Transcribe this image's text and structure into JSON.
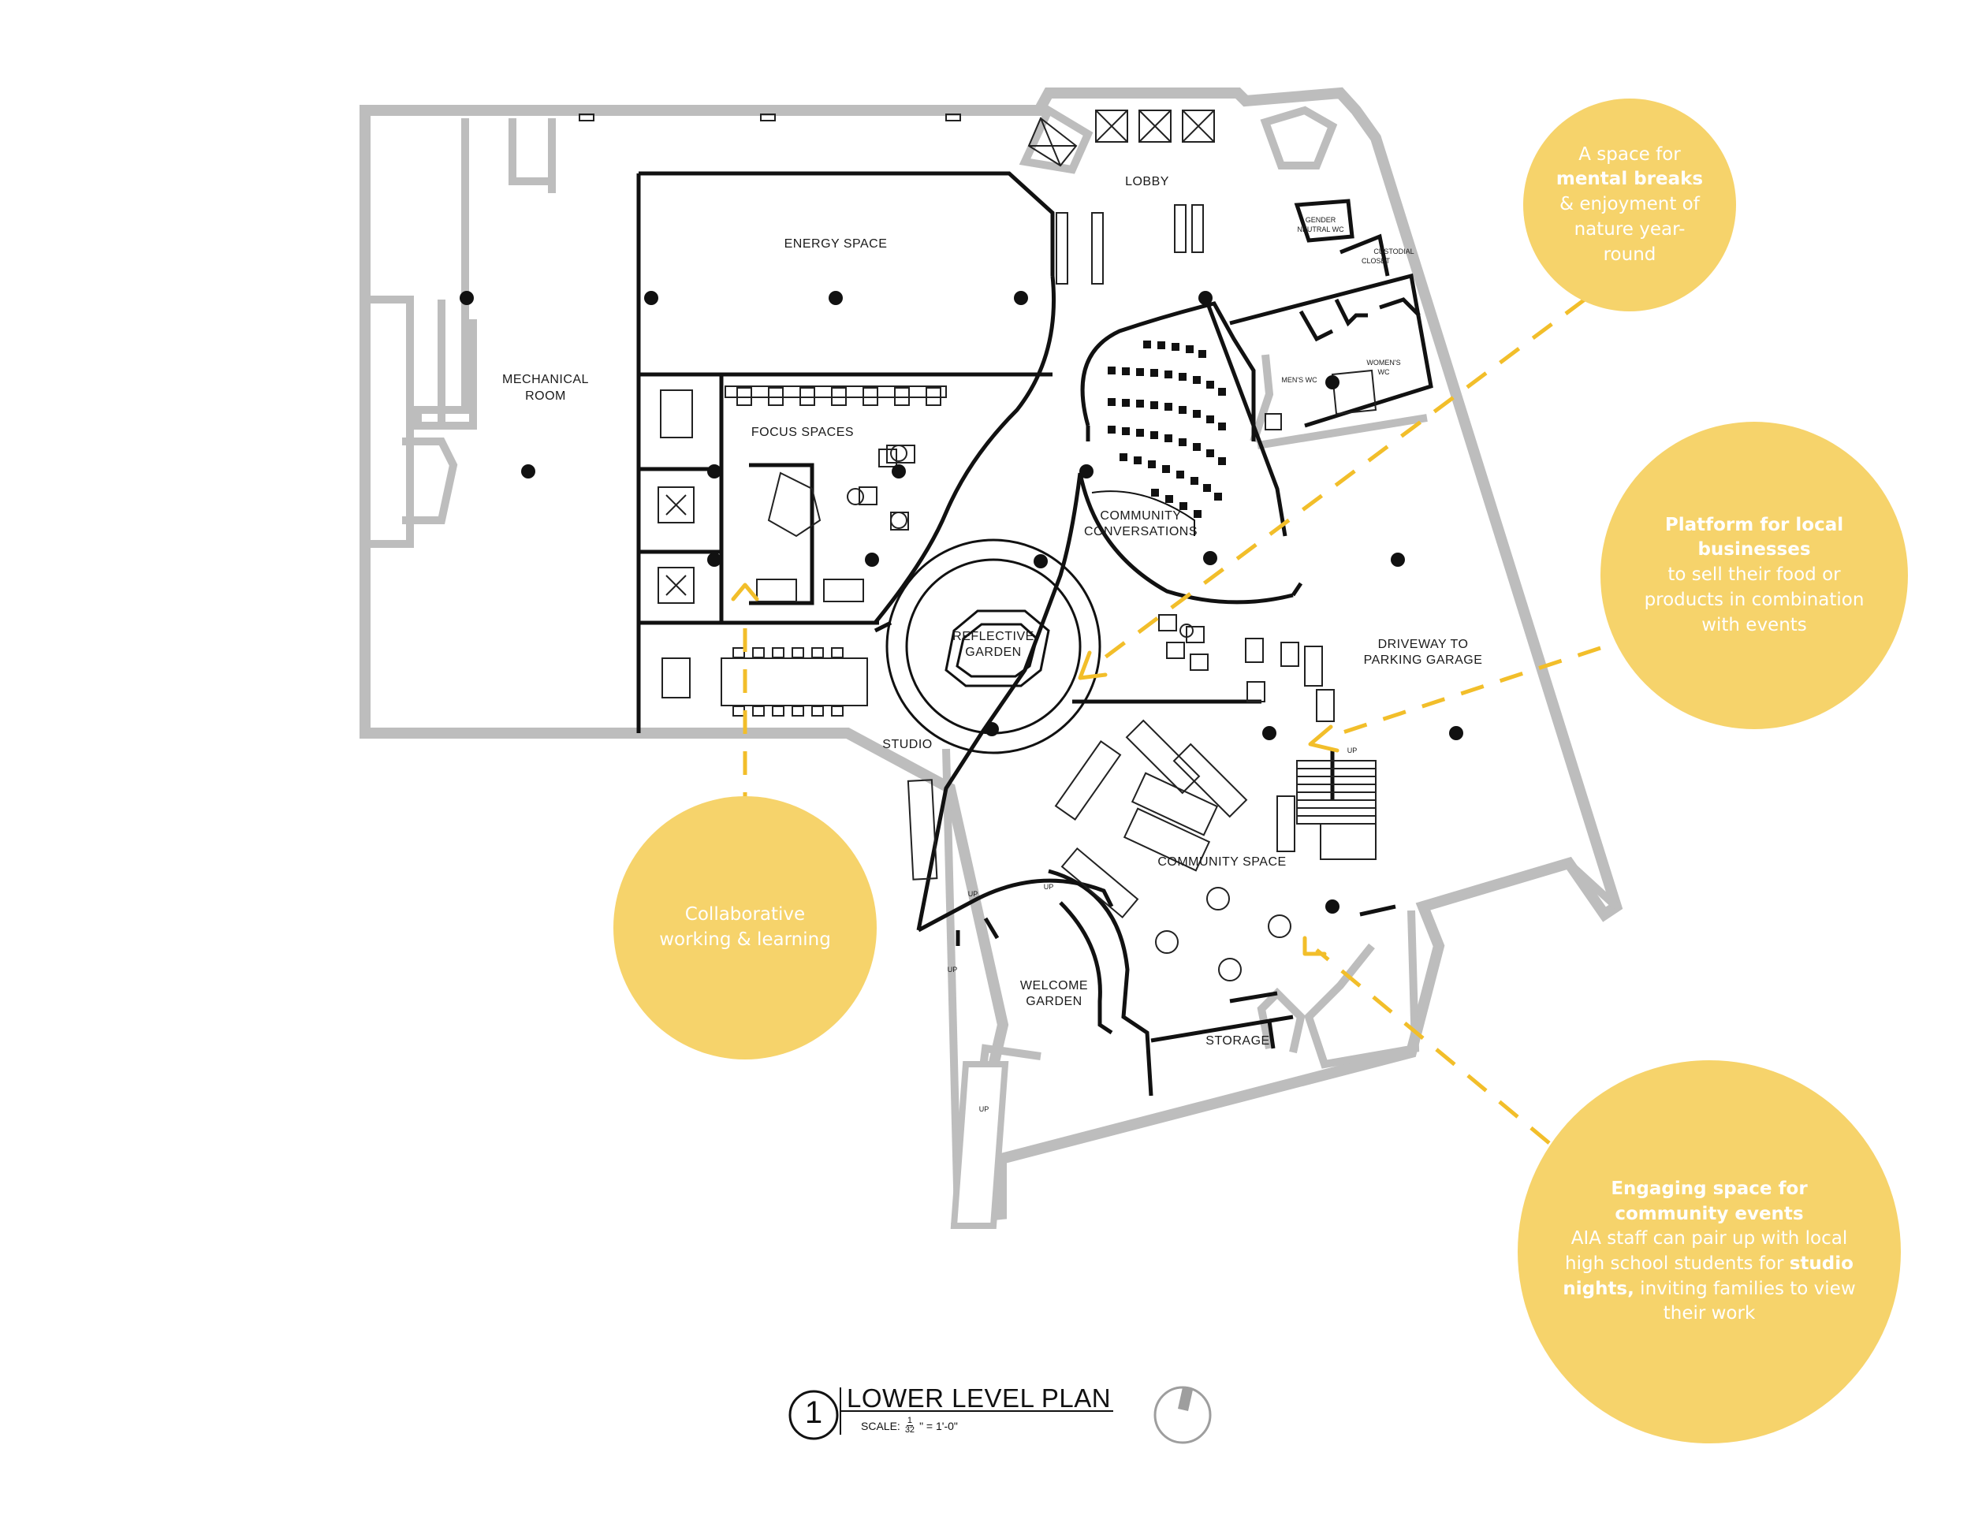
{
  "colors": {
    "accent": "#F6D36B",
    "arrow": "#F2BE2A",
    "wall": "#BDBDBD",
    "line": "#111111"
  },
  "rooms": {
    "mechanical_1": "MECHANICAL",
    "mechanical_2": "ROOM",
    "energy": "ENERGY SPACE",
    "lobby": "LOBBY",
    "focus": "FOCUS SPACES",
    "community_conv_1": "COMMUNITY",
    "community_conv_2": "CONVERSATIONS",
    "reflective_1": "REFLECTIVE",
    "reflective_2": "GARDEN",
    "studio": "STUDIO",
    "community_space": "COMMUNITY SPACE",
    "welcome_1": "WELCOME",
    "welcome_2": "GARDEN",
    "storage": "STORAGE",
    "driveway_1": "DRIVEWAY TO",
    "driveway_2": "PARKING GARAGE",
    "mens_wc": "MEN'S WC",
    "womens_wc_1": "WOMEN'S",
    "womens_wc_2": "WC",
    "gender_neutral_1": "GENDER",
    "gender_neutral_2": "NEUTRAL WC",
    "custodial_1": "CUSTODIAL",
    "custodial_2": "CLOSET",
    "up": "UP"
  },
  "callouts": {
    "mental": {
      "pre": "A space for ",
      "bold": "mental breaks",
      "post": " & enjoyment of nature year-round"
    },
    "platform": {
      "bold": "Platform for local businesses",
      "post": "to sell their food or products in combination with events"
    },
    "collab": {
      "text": "Collaborative working & learning"
    },
    "engaging": {
      "bold": "Engaging space for community events",
      "line2": "AIA staff can pair up with local high school students for ",
      "bold2": "studio nights,",
      "post": " inviting families to view their work"
    }
  },
  "title_block": {
    "number": "1",
    "title": "LOWER LEVEL PLAN",
    "scale_label": "SCALE:",
    "scale_num": "1",
    "scale_den": "32",
    "scale_rest": "\" = 1'-0\""
  },
  "icons": {
    "north": "north-arrow-icon",
    "arrow": "arrow-head-icon"
  }
}
